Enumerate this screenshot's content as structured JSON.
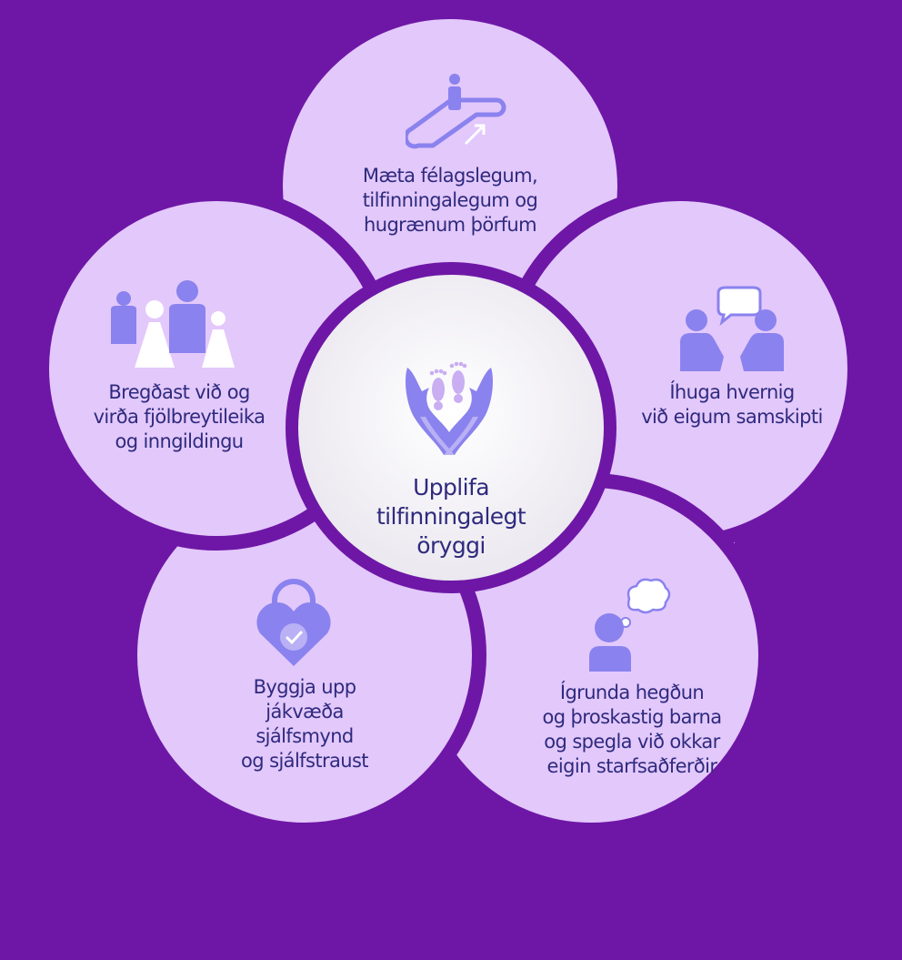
{
  "center": {
    "lines": [
      "Upplifa",
      "tilfinningalegt",
      "öryggi"
    ],
    "icon": "hands-feet-icon"
  },
  "petals": [
    {
      "key": "top",
      "icon": "escalator-icon",
      "lines": [
        "Mæta félagslegum,",
        "tilfinningalegum og",
        "hugrænum þörfum"
      ]
    },
    {
      "key": "right",
      "icon": "conversation-icon",
      "lines": [
        "Íhuga hvernig",
        "við eigum samskipti"
      ]
    },
    {
      "key": "bottom-right",
      "icon": "thinking-person-icon",
      "lines": [
        "Ígrunda hegðun",
        "og þroskastig barna",
        "og spegla við okkar",
        "eigin starfsaðferðir"
      ]
    },
    {
      "key": "bottom-left",
      "icon": "heart-lock-icon",
      "lines": [
        "Byggja upp",
        "jákvæða",
        "sjálfsmynd",
        "og sjálfstraust"
      ]
    },
    {
      "key": "left",
      "icon": "people-group-icon",
      "lines": [
        "Bregðast við og",
        "virða fjölbreytileika",
        "og inngildingu"
      ]
    }
  ],
  "colors": {
    "background": "#6e17a6",
    "petal": "#e3c8fb",
    "icon": "#8a82ee",
    "icon_light": "#c9aef2",
    "text": "#2e2a7e",
    "center": "#ffffff"
  }
}
